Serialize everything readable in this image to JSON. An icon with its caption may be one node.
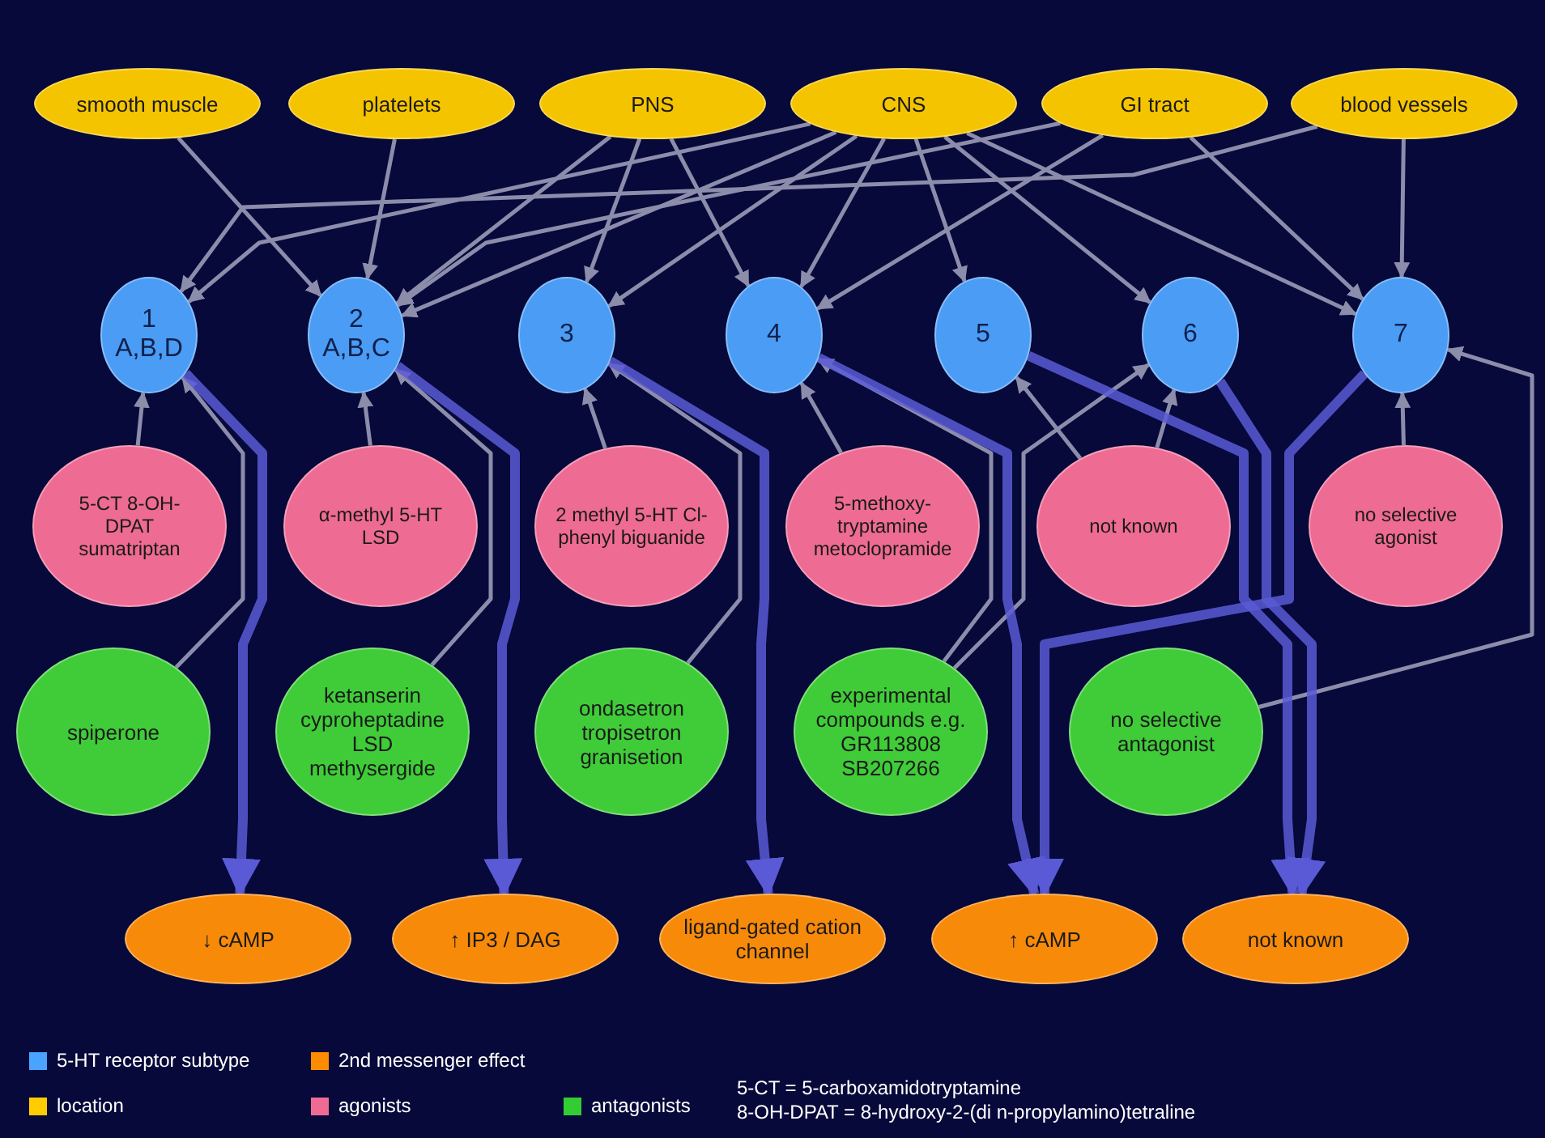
{
  "diagram": {
    "nodes": [
      {
        "text": [
          "smooth muscle"
        ]
      },
      {
        "text": [
          "platelets"
        ]
      },
      {
        "text": [
          "PNS"
        ]
      },
      {
        "text": [
          "CNS"
        ]
      },
      {
        "text": [
          "GI tract"
        ]
      },
      {
        "text": [
          "blood vessels"
        ]
      },
      {
        "text": [
          "1",
          "A,B,D"
        ]
      },
      {
        "text": [
          "2",
          "A,B,C"
        ]
      },
      {
        "text": [
          "3"
        ]
      },
      {
        "text": [
          "4"
        ]
      },
      {
        "text": [
          "5"
        ]
      },
      {
        "text": [
          "6"
        ]
      },
      {
        "text": [
          "7"
        ]
      },
      {
        "text": [
          "5-CT 8-OH-DPAT sumatriptan"
        ]
      },
      {
        "text": [
          "α-methyl 5-HT LSD"
        ]
      },
      {
        "text": [
          "2 methyl 5-HT Cl-phenyl biguanide"
        ]
      },
      {
        "text": [
          "5-methoxy-tryptamine metoclopramide"
        ]
      },
      {
        "text": [
          "not known"
        ]
      },
      {
        "text": [
          "no selective agonist"
        ]
      },
      {
        "text": [
          "spiperone"
        ]
      },
      {
        "text": [
          "ketanserin cyproheptadine LSD methysergide"
        ]
      },
      {
        "text": [
          "ondasetron tropisetron granisetion"
        ]
      },
      {
        "text": [
          "experimental compounds e.g. GR113808 SB207266"
        ]
      },
      {
        "text": [
          "no selective antagonist"
        ]
      },
      {
        "text": [
          "↓ cAMP"
        ]
      },
      {
        "text": [
          "↑ IP3 / DAG"
        ]
      },
      {
        "text": [
          "ligand-gated cation channel"
        ]
      },
      {
        "text": [
          "↑ cAMP"
        ]
      },
      {
        "text": [
          "not known"
        ]
      }
    ],
    "edges": [
      {
        "from": 3,
        "to": 6,
        "arrow": "to"
      },
      {
        "from": 5,
        "to": 6,
        "arrow": "to"
      },
      {
        "from": 0,
        "to": 7,
        "arrow": "to"
      },
      {
        "from": 1,
        "to": 7,
        "arrow": "to"
      },
      {
        "from": 2,
        "to": 7,
        "arrow": "to"
      },
      {
        "from": 3,
        "to": 7,
        "arrow": "to"
      },
      {
        "from": 4,
        "to": 7,
        "arrow": "to"
      },
      {
        "from": 2,
        "to": 8,
        "arrow": "to"
      },
      {
        "from": 3,
        "to": 8,
        "arrow": "to"
      },
      {
        "from": 2,
        "to": 9,
        "arrow": "to"
      },
      {
        "from": 3,
        "to": 9,
        "arrow": "to"
      },
      {
        "from": 4,
        "to": 9,
        "arrow": "to"
      },
      {
        "from": 3,
        "to": 10,
        "arrow": "to"
      },
      {
        "from": 3,
        "to": 11,
        "arrow": "to"
      },
      {
        "from": 3,
        "to": 12,
        "arrow": "to"
      },
      {
        "from": 4,
        "to": 12,
        "arrow": "to"
      },
      {
        "from": 5,
        "to": 12,
        "arrow": "to"
      },
      {
        "from": 13,
        "to": 6,
        "arrow": "to"
      },
      {
        "from": 14,
        "to": 7,
        "arrow": "to"
      },
      {
        "from": 15,
        "to": 8,
        "arrow": "to"
      },
      {
        "from": 16,
        "to": 9,
        "arrow": "to"
      },
      {
        "from": 17,
        "to": 10,
        "arrow": "to"
      },
      {
        "from": 17,
        "to": 11,
        "arrow": "to"
      },
      {
        "from": 18,
        "to": 12,
        "arrow": "to"
      },
      {
        "from": 19,
        "to": 6,
        "arrow": "to"
      },
      {
        "from": 20,
        "to": 7,
        "arrow": "to"
      },
      {
        "from": 21,
        "to": 8,
        "arrow": "to"
      },
      {
        "from": 22,
        "to": 9,
        "arrow": "to"
      },
      {
        "from": 22,
        "to": 11,
        "arrow": "to"
      },
      {
        "from": 23,
        "to": 12,
        "arrow": "to"
      },
      {
        "from": 6,
        "to": 24,
        "arrow": "to",
        "style": "thick",
        "color": "#5a5ad6"
      },
      {
        "from": 7,
        "to": 25,
        "arrow": "to",
        "style": "thick",
        "color": "#5a5ad6"
      },
      {
        "from": 8,
        "to": 26,
        "arrow": "to",
        "style": "thick",
        "color": "#5a5ad6"
      },
      {
        "from": 9,
        "to": 27,
        "arrow": "to",
        "style": "thick",
        "color": "#5a5ad6"
      },
      {
        "from": 10,
        "to": 28,
        "arrow": "to",
        "style": "thick",
        "color": "#5a5ad6"
      },
      {
        "from": 11,
        "to": 28,
        "arrow": "to",
        "style": "thick",
        "color": "#5a5ad6"
      },
      {
        "from": 12,
        "to": 27,
        "arrow": "to",
        "style": "thick",
        "color": "#5a5ad6"
      }
    ],
    "labels": [
      "5-CT = 5-carboxamidotryptamine",
      "8-OH-DPAT = 8-hydroxy-2-(di n-propylamino)tetraline"
    ],
    "legend": [
      {
        "text": "5-HT receptor subtype",
        "color": "#4aa3ff"
      },
      {
        "text": "2nd messenger effect",
        "color": "#ff8c00"
      },
      {
        "text": "location",
        "color": "#ffcc00"
      },
      {
        "text": "agonists",
        "color": "#f06b93"
      },
      {
        "text": "antagonists",
        "color": "#33cc33"
      }
    ]
  }
}
